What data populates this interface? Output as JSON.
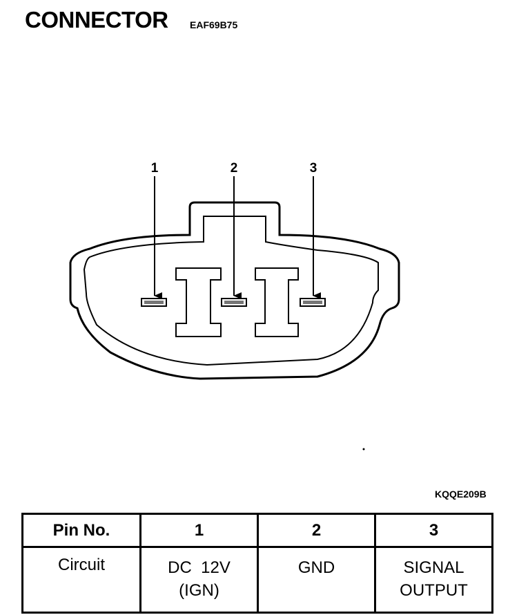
{
  "title": "CONNECTOR",
  "code": "EAF69B75",
  "figure_code": "KQQE209B",
  "pins": [
    {
      "label": "1"
    },
    {
      "label": "2"
    },
    {
      "label": "3"
    }
  ],
  "table": {
    "header_label": "Pin No.",
    "row_label": "Circuit",
    "columns": [
      {
        "pin": "1",
        "circuit_line1": "DC  12V",
        "circuit_line2": "(IGN)"
      },
      {
        "pin": "2",
        "circuit_line1": "GND",
        "circuit_line2": ""
      },
      {
        "pin": "3",
        "circuit_line1": "SIGNAL",
        "circuit_line2": "OUTPUT"
      }
    ]
  }
}
